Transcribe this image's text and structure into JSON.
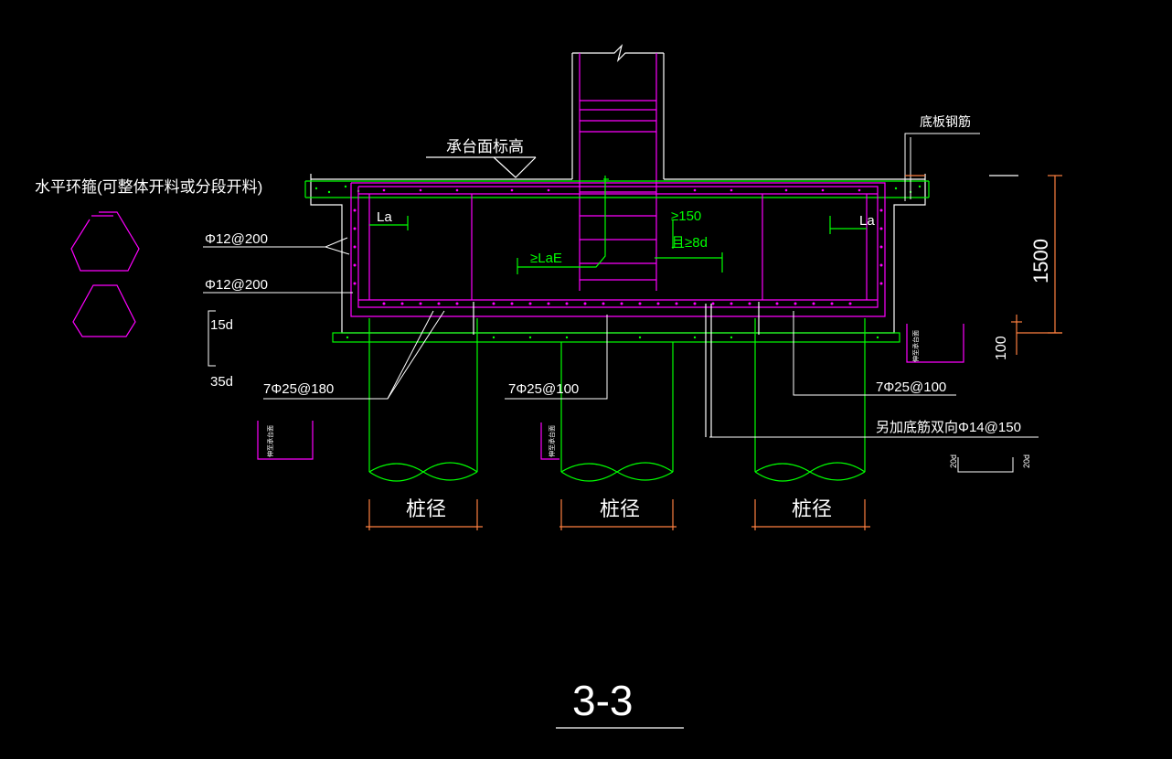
{
  "labels": {
    "hoop_title": "水平环箍(可整体开料或分段开料)",
    "cap_top_elev": "承台面标高",
    "slab_rebar": "底板钢筋",
    "side_rebar_1": "Φ12@200",
    "side_rebar_2": "Φ12@200",
    "len_15d": "15d",
    "len_35d": "35d",
    "la_left": "La",
    "la_right": "La",
    "lae": "≥LaE",
    "min150": "≥150",
    "min8d": "且≥8d",
    "rebar_7phi25_180": "7Φ25@180",
    "rebar_7phi25_100_mid": "7Φ25@100",
    "rebar_7phi25_100_right": "7Φ25@100",
    "extra_bottom": "另加底筋双向Φ14@150",
    "dim_1500": "1500",
    "dim_100": "100",
    "pile_dia_1": "桩径",
    "pile_dia_2": "桩径",
    "pile_dia_3": "桩径",
    "small_1": "伸至承台面",
    "small_2": "伸至承台面",
    "small_3": "伸至承台面",
    "len_20d_a": "20d",
    "len_20d_b": "20d",
    "section": "3-3"
  },
  "colors": {
    "background": "#000000",
    "concrete": "#00ff00",
    "rebar": "#ff00ff",
    "annotation": "#ffffff",
    "dimension": "#ff8040"
  }
}
